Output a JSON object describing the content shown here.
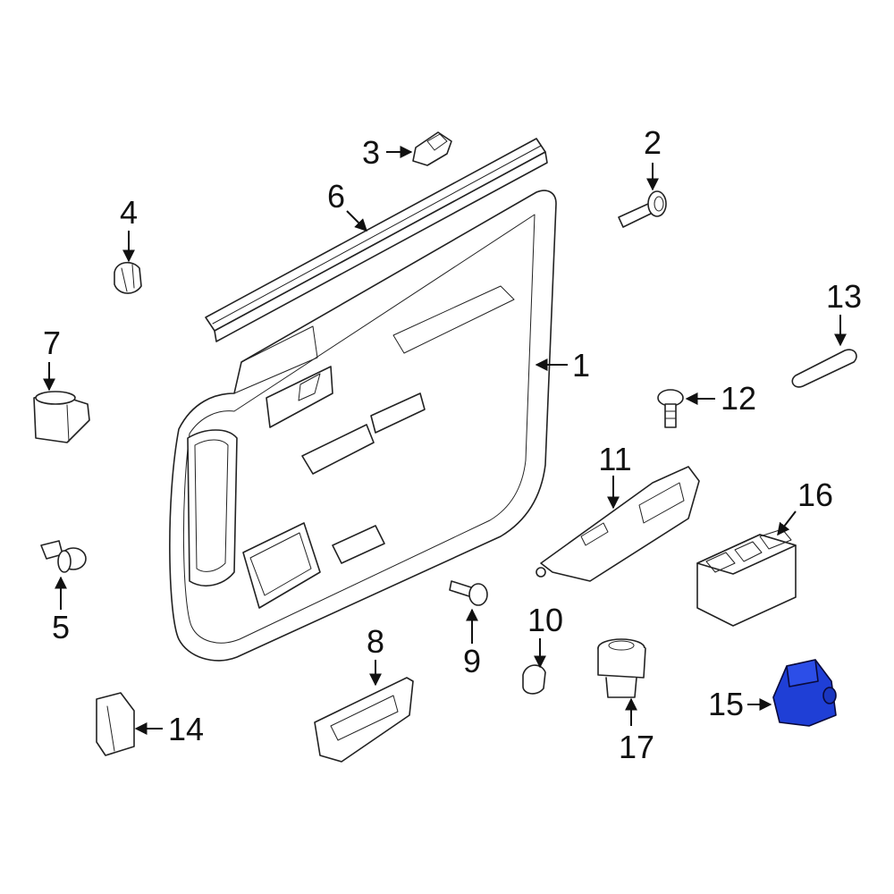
{
  "diagram": {
    "highlight_color": "#1f3fd6",
    "callouts": [
      {
        "id": "1",
        "label": "1"
      },
      {
        "id": "2",
        "label": "2"
      },
      {
        "id": "3",
        "label": "3"
      },
      {
        "id": "4",
        "label": "4"
      },
      {
        "id": "5",
        "label": "5"
      },
      {
        "id": "6",
        "label": "6"
      },
      {
        "id": "7",
        "label": "7"
      },
      {
        "id": "8",
        "label": "8"
      },
      {
        "id": "9",
        "label": "9"
      },
      {
        "id": "10",
        "label": "10"
      },
      {
        "id": "11",
        "label": "11"
      },
      {
        "id": "12",
        "label": "12"
      },
      {
        "id": "13",
        "label": "13"
      },
      {
        "id": "14",
        "label": "14"
      },
      {
        "id": "15",
        "label": "15"
      },
      {
        "id": "16",
        "label": "16"
      },
      {
        "id": "17",
        "label": "17"
      }
    ]
  }
}
